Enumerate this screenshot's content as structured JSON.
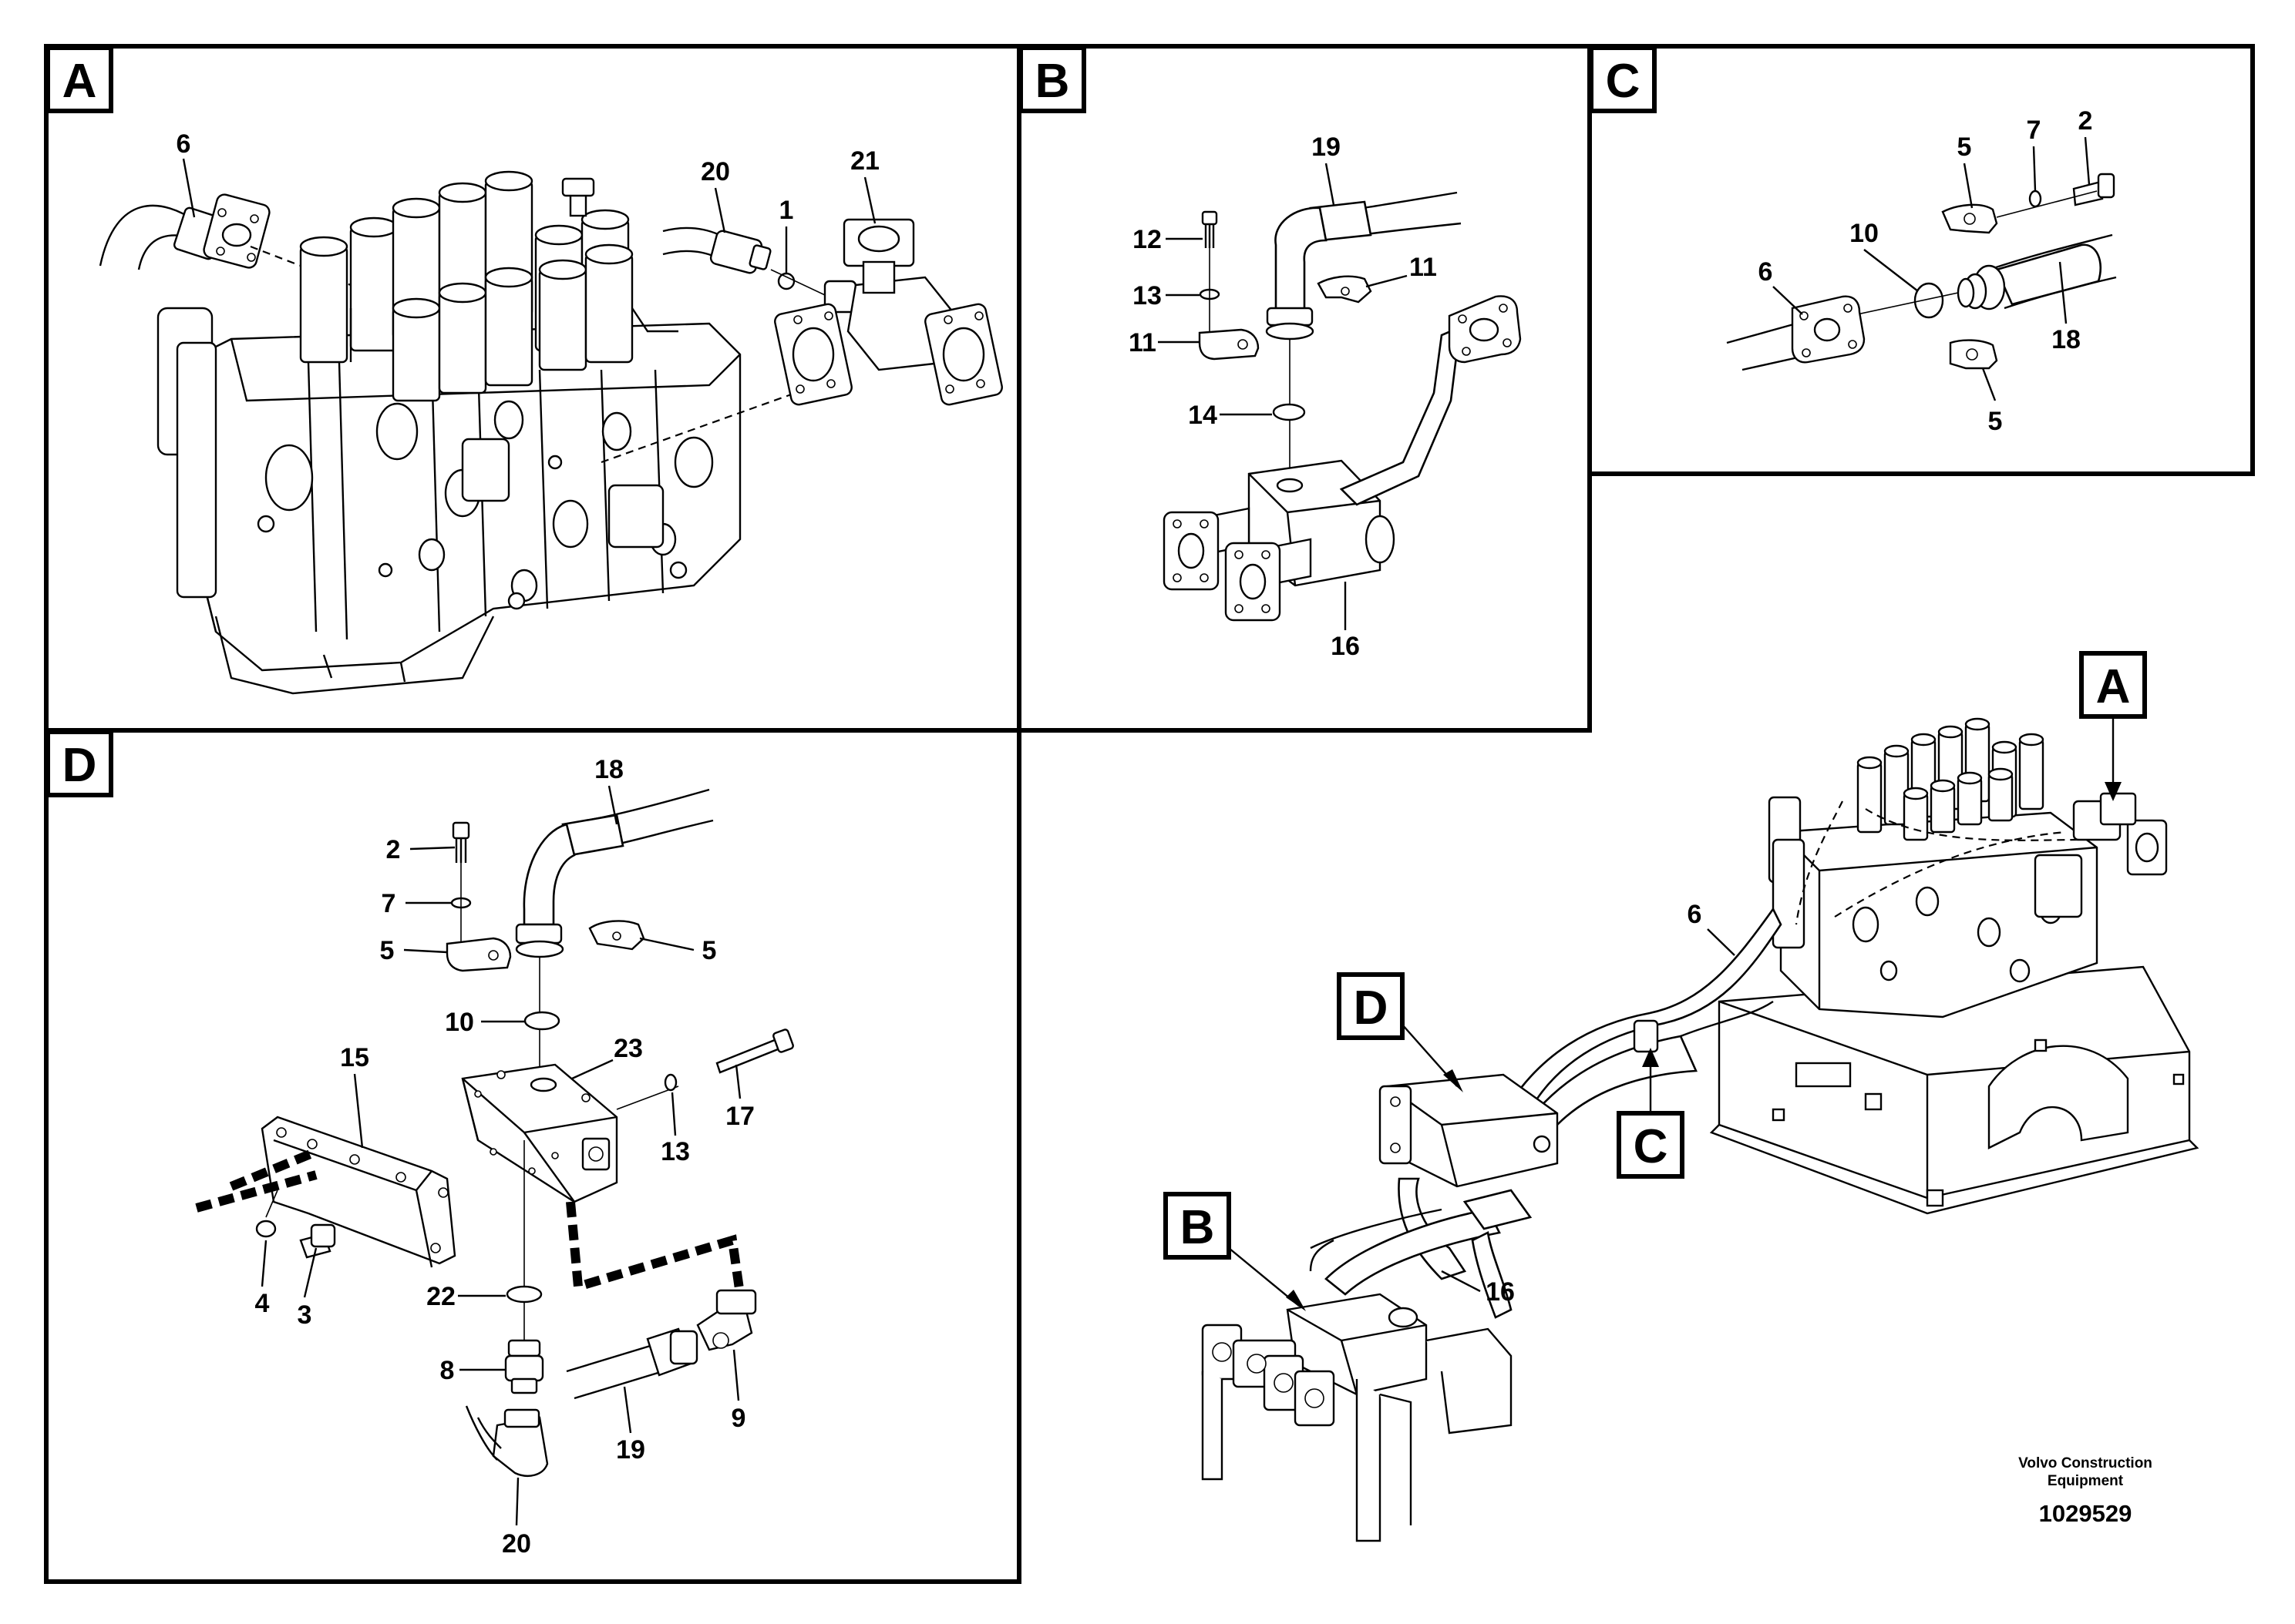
{
  "panels": {
    "A": {
      "letter": "A",
      "callouts": {
        "c6": "6",
        "c20": "20",
        "c1": "1",
        "c21": "21"
      }
    },
    "B": {
      "letter": "B",
      "callouts": {
        "c19": "19",
        "c12": "12",
        "c13": "13",
        "c11a": "11",
        "c11b": "11",
        "c14": "14",
        "c16": "16"
      }
    },
    "C": {
      "letter": "C",
      "callouts": {
        "c5a": "5",
        "c7": "7",
        "c2": "2",
        "c10": "10",
        "c6": "6",
        "c18": "18",
        "c5b": "5"
      }
    },
    "D": {
      "letter": "D",
      "callouts": {
        "c18": "18",
        "c2": "2",
        "c7": "7",
        "c5a": "5",
        "c5b": "5",
        "c10": "10",
        "c23": "23",
        "c15": "15",
        "c13": "13",
        "c17": "17",
        "c4": "4",
        "c3": "3",
        "c22": "22",
        "c8": "8",
        "c9": "9",
        "c19": "19",
        "c20": "20"
      }
    },
    "overview": {
      "tags": {
        "A": "A",
        "D": "D",
        "C": "C",
        "B": "B"
      },
      "callouts": {
        "c6": "6",
        "c16": "16"
      }
    }
  },
  "footer": {
    "line1": "Volvo Construction",
    "line2": "Equipment",
    "drawing_number": "1029529"
  }
}
